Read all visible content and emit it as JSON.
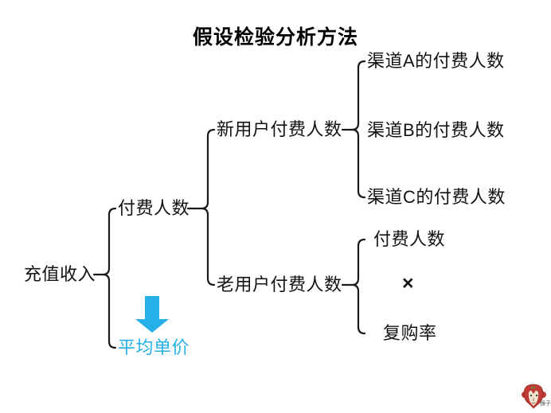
{
  "title": "假设检验分析方法",
  "colors": {
    "accent": "#25B1E8",
    "line": "#1a1a1a",
    "background": "#ffffff"
  },
  "tree": {
    "label": "充值收入",
    "children": [
      {
        "label": "付费人数",
        "children": [
          {
            "label": "新用户付费人数",
            "children": [
              {
                "label": "渠道A的付费人数"
              },
              {
                "label": "渠道B的付费人数"
              },
              {
                "label": "渠道C的付费人数"
              }
            ]
          },
          {
            "label": "老用户付费人数",
            "children": [
              {
                "label": "付费人数"
              },
              {
                "label": "×"
              },
              {
                "label": "复购率"
              }
            ]
          }
        ]
      },
      {
        "label": "平均单价",
        "emphasis": "accent",
        "pointer_icon": "down-arrow"
      }
    ]
  },
  "watermark": {
    "label": "猴子",
    "icon": "monkey-logo"
  }
}
